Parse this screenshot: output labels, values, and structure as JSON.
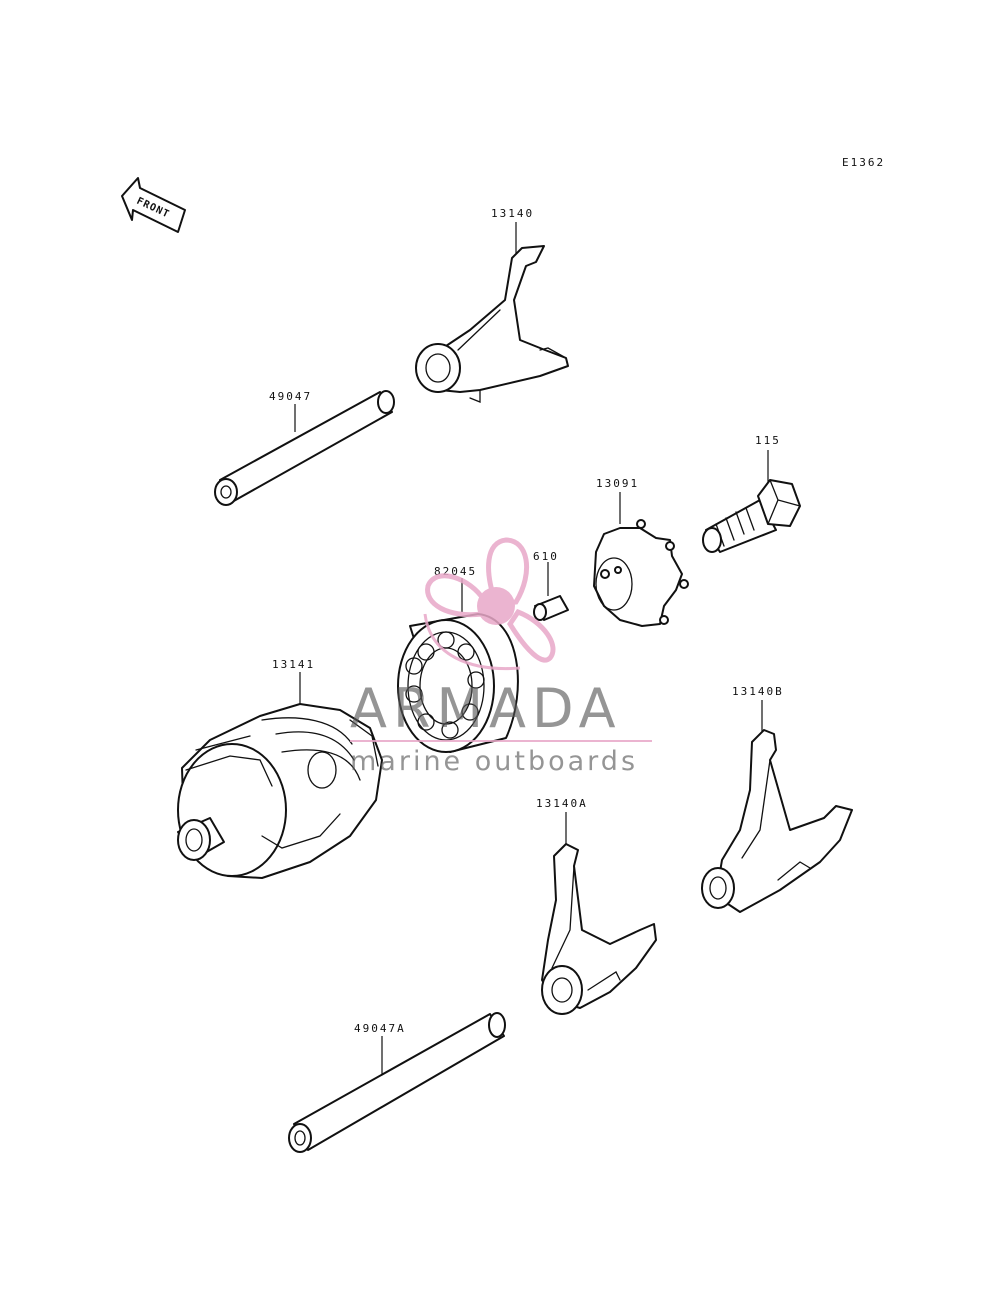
{
  "diagram": {
    "figure_code": "E1362",
    "front_label": "FRONT",
    "parts": [
      {
        "number": "13140"
      },
      {
        "number": "49047"
      },
      {
        "number": "115"
      },
      {
        "number": "13091"
      },
      {
        "number": "610"
      },
      {
        "number": "82045"
      },
      {
        "number": "13141"
      },
      {
        "number": "13140B"
      },
      {
        "number": "13140A"
      },
      {
        "number": "49047A"
      }
    ]
  },
  "watermark": {
    "brand": "ARMADA",
    "tagline": "marine outboards",
    "logo_color": "#e8a8c8",
    "text_color": "#5a5a5a"
  }
}
